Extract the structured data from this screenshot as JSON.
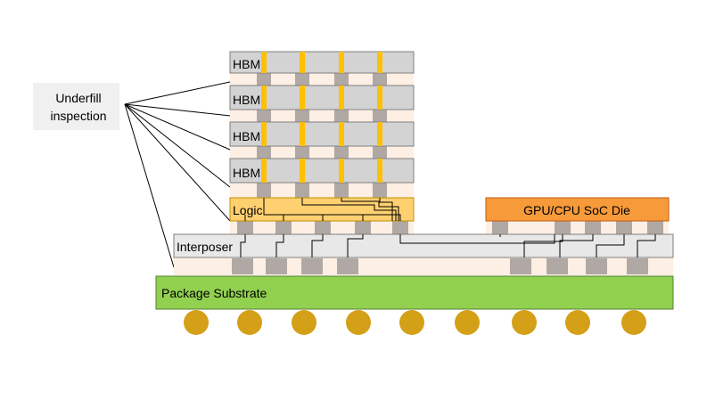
{
  "labels": {
    "underfill_line1": "Underfill",
    "underfill_line2": "inspection",
    "hbm": [
      "HBM",
      "HBM",
      "HBM",
      "HBM"
    ],
    "logic": "Logic",
    "gpu": "GPU/CPU SoC Die",
    "interposer": "Interposer",
    "substrate": "Package Substrate"
  },
  "colors": {
    "hbm_fill": "#d3d3d3",
    "tsv": "#ffc000",
    "underfill": "#fdefe4",
    "bump": "#b0a8a4",
    "logic_fill": "#ffd070",
    "gpu_fill": "#f79a3a",
    "interposer_fill": "#e8e8e8",
    "substrate_fill": "#92d050",
    "ball": "#d4a017",
    "callout_box": "#f0f0f0"
  }
}
